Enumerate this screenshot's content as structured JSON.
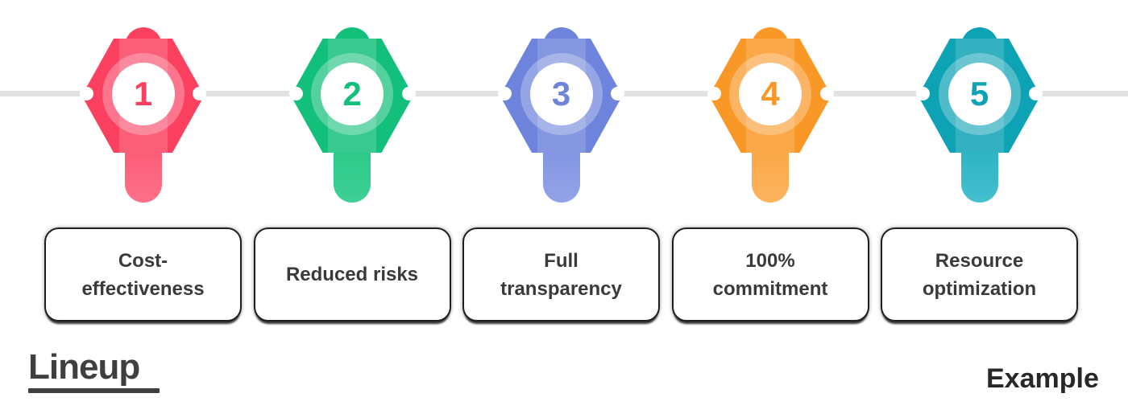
{
  "steps": [
    {
      "number": "1",
      "label": "Cost-\neffectiveness",
      "color": "#fb4060",
      "color_light": "#fd7189"
    },
    {
      "number": "2",
      "label": "Reduced risks",
      "color": "#13c07b",
      "color_light": "#3fd096"
    },
    {
      "number": "3",
      "label": "Full\ntransparency",
      "color": "#6e83db",
      "color_light": "#93a3e8"
    },
    {
      "number": "4",
      "label": "100%\ncommitment",
      "color": "#fa9827",
      "color_light": "#fcb45e"
    },
    {
      "number": "5",
      "label": "Resource\noptimization",
      "color": "#0da3b5",
      "color_light": "#45c0cf"
    }
  ],
  "footer": {
    "logo_text": "Lineup",
    "brand_text": "Example"
  },
  "colors": {
    "background": "#ffffff",
    "timeline_line": "#e2e2e2",
    "card_border": "#1f1f1f",
    "card_text": "#3a3a3a",
    "footer_text": "#2b2b2b"
  }
}
